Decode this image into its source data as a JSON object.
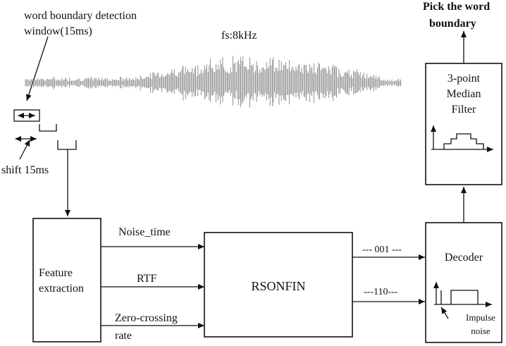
{
  "labels": {
    "window_line1": "word boundary detection",
    "window_line2": "window(15ms)",
    "fs": "fs:8kHz",
    "shift": "shift 15ms",
    "pick_line1": "Pick the word",
    "pick_line2": "boundary"
  },
  "blocks": {
    "median_line1": "3-point",
    "median_line2": "Median",
    "median_line3": "Filter",
    "feature_line1": "Feature",
    "feature_line2": "extraction",
    "rsonfin": "RSONFIN",
    "decoder": "Decoder",
    "impulse_line1": "Impulse",
    "impulse_line2": "noise"
  },
  "signals": {
    "noise_time": "Noise_time",
    "rtf": "RTF",
    "zc_line1": "Zero-crossing",
    "zc_line2": "rate",
    "code_001": "--- 001 ---",
    "code_110": "---110---"
  },
  "colors": {
    "ink": "#111111",
    "waveform": "#777777"
  }
}
